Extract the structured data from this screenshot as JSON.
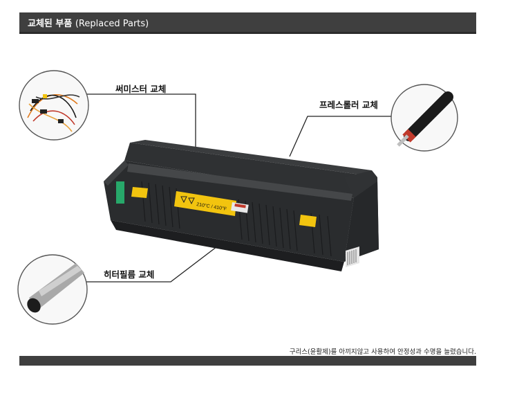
{
  "header": {
    "title": "교체된 부품",
    "subtitle": "(Replaced Parts)"
  },
  "callouts": {
    "thermistor": "써미스터 교체",
    "press_roller": "프레스롤러 교체",
    "heater_film": "히터필름 교체"
  },
  "fuser_label": {
    "temperature": "210°C / 410°F"
  },
  "footer": {
    "note": "구리스(윤활제)를 아끼지않고 사용하여 안정성과 수명을 늘렸습니다."
  },
  "colors": {
    "header_bg": "#3f3f3f",
    "warning_yellow": "#f2c40f",
    "fuser_body": "#2a2c2e"
  }
}
